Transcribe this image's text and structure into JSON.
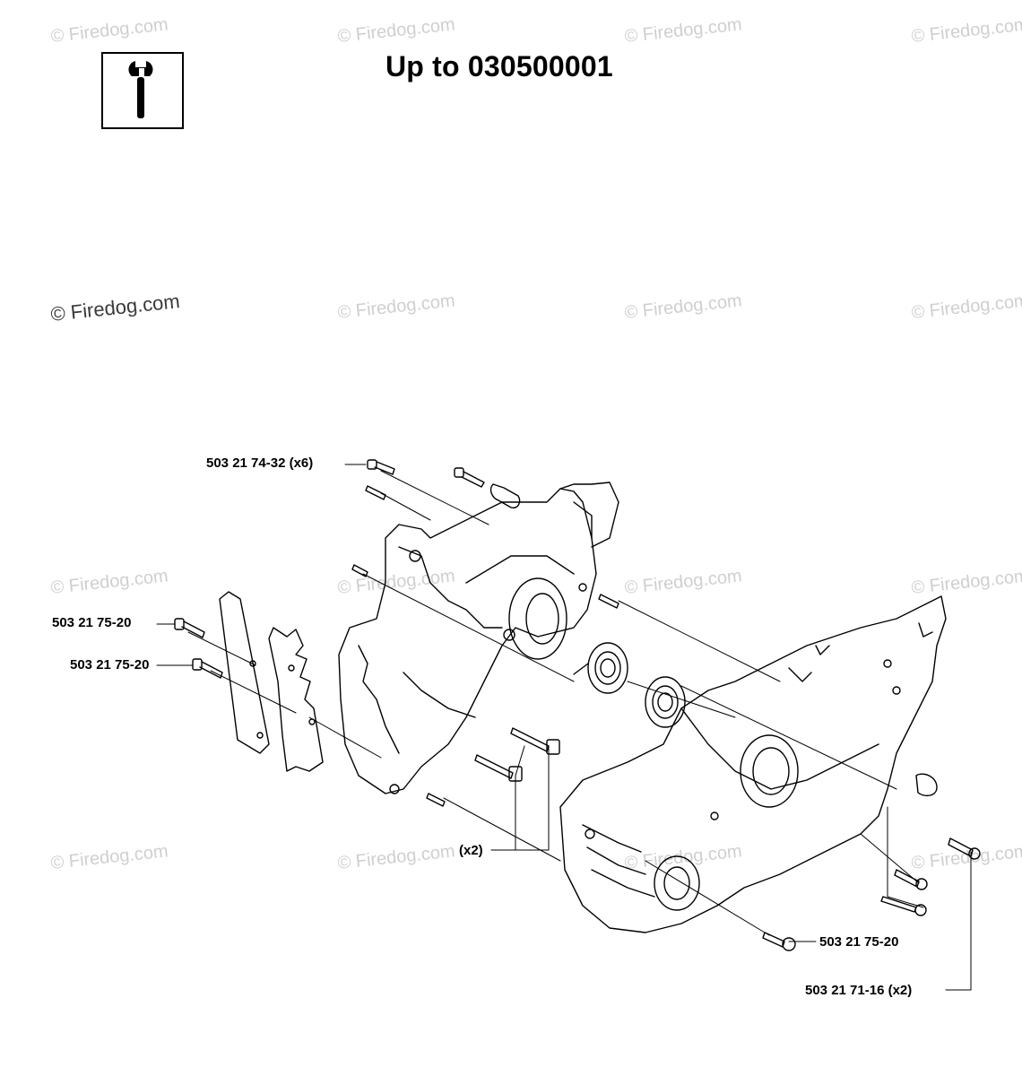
{
  "header": {
    "title": "Up to 030500001",
    "tool_icon": "wrench-icon"
  },
  "watermarks": {
    "text": "© Firedog.com",
    "text_large": "© Firedog.com"
  },
  "callouts": {
    "top_screws": "503 21 74-32 (x6)",
    "left_upper": "503 21 75-20",
    "left_lower": "503 21 75-20",
    "center_qty": "(x2)",
    "bottom_right_upper": "503 21 75-20",
    "bottom_right_lower": "503 21 71-16 (x2)"
  },
  "colors": {
    "line": "#000000",
    "watermark": "#cfcfcf"
  }
}
